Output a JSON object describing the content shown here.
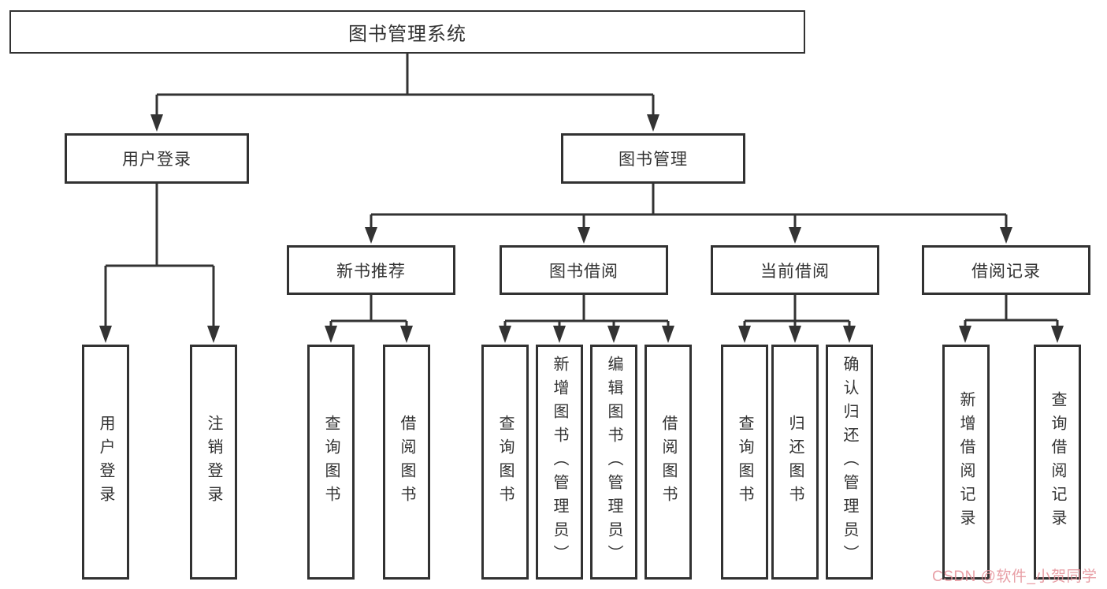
{
  "diagram_title": "图书管理系统",
  "nodes": {
    "root": "图书管理系统",
    "user_login": "用户登录",
    "book_mgmt": "图书管理",
    "new_book_rec": "新书推荐",
    "book_borrow": "图书借阅",
    "current_borrow": "当前借阅",
    "borrow_records": "借阅记录",
    "leaf_user_login": "用户登录",
    "leaf_logout": "注销登录",
    "leaf_query_books_rec": "查询图书",
    "leaf_borrow_books_rec": "借阅图书",
    "leaf_query_books_borrow": "查询图书",
    "leaf_add_books_admin": "新增图书（管理员）",
    "leaf_edit_books_admin": "编辑图书（管理员）",
    "leaf_borrow_books_borrow": "借阅图书",
    "leaf_query_books_current": "查询图书",
    "leaf_return_books": "归还图书",
    "leaf_confirm_return_admin": "确认归还（管理员）",
    "leaf_add_borrow_record": "新增借阅记录",
    "leaf_query_borrow_record": "查询借阅记录"
  },
  "tree": {
    "图书管理系统": {
      "用户登录": [
        "用户登录",
        "注销登录"
      ],
      "图书管理": {
        "新书推荐": [
          "查询图书",
          "借阅图书"
        ],
        "图书借阅": [
          "查询图书",
          "新增图书（管理员）",
          "编辑图书（管理员）",
          "借阅图书"
        ],
        "当前借阅": [
          "查询图书",
          "归还图书",
          "确认归还（管理员）"
        ],
        "借阅记录": [
          "新增借阅记录",
          "查询借阅记录"
        ]
      }
    }
  },
  "watermark": {
    "text": "CSDN @软件_小贺同学",
    "color": "#e48e96"
  },
  "colors": {
    "line": "#333333",
    "box_border": "#323232",
    "background": "#ffffff",
    "text": "#333333"
  }
}
